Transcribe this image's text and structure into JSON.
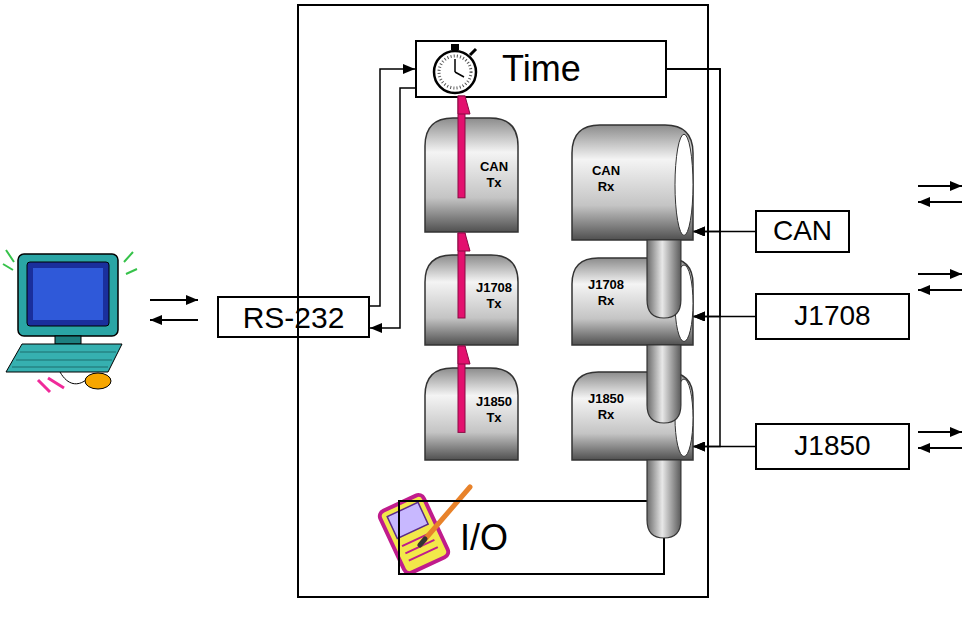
{
  "diagram": {
    "nodes": [
      {
        "text": [
          "Time"
        ]
      },
      {
        "text": [
          "CAN Tx"
        ]
      },
      {
        "text": [
          "CAN Rx"
        ]
      },
      {
        "text": [
          "J1708 Tx"
        ]
      },
      {
        "text": [
          "J1708 Rx"
        ]
      },
      {
        "text": [
          "J1850 Tx"
        ]
      },
      {
        "text": [
          "J1850 Rx"
        ]
      },
      {
        "text": [
          "I/O"
        ]
      },
      {
        "text": [
          "RS-232"
        ]
      },
      {
        "text": [
          "CAN"
        ]
      },
      {
        "text": [
          "J1708"
        ]
      },
      {
        "text": [
          "J1850"
        ]
      }
    ],
    "edges": [
      {
        "from": 8,
        "to": 0,
        "arrow": "to"
      },
      {
        "from": 0,
        "to": 8,
        "arrow": "to"
      },
      {
        "from": 9,
        "to": 2,
        "arrow": "to"
      },
      {
        "from": 10,
        "to": 4,
        "arrow": "to"
      },
      {
        "from": 11,
        "to": 6,
        "arrow": "to"
      },
      {
        "from": 0,
        "to": 2,
        "arrow": "to"
      },
      {
        "from": 0,
        "to": 4,
        "arrow": "to"
      },
      {
        "from": 0,
        "to": 6,
        "arrow": "to"
      }
    ]
  }
}
